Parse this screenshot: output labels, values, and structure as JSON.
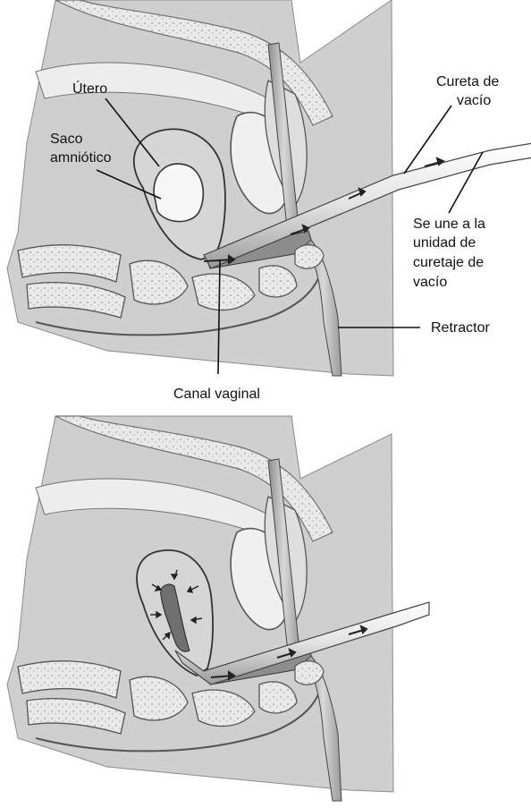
{
  "labels": {
    "uterus": "Útero",
    "amniotic_sac_line1": "Saco",
    "amniotic_sac_line2": "amniótico",
    "vacuum_curette_line1": "Cureta de",
    "vacuum_curette_line2": "vacío",
    "attaches_line1": "Se une a la",
    "attaches_line2": "unidad de",
    "attaches_line3": "curetaje de",
    "attaches_line4": "vacío",
    "retractor": "Retractor",
    "vaginal_canal": "Canal vaginal"
  },
  "colors": {
    "ink": "#111111",
    "panel_gray": "#c9c9c9",
    "panel_light": "#e4e4e4",
    "tissue_white": "#f5f5f5",
    "tissue_dark": "#8a8a8a",
    "background": "#ffffff"
  }
}
